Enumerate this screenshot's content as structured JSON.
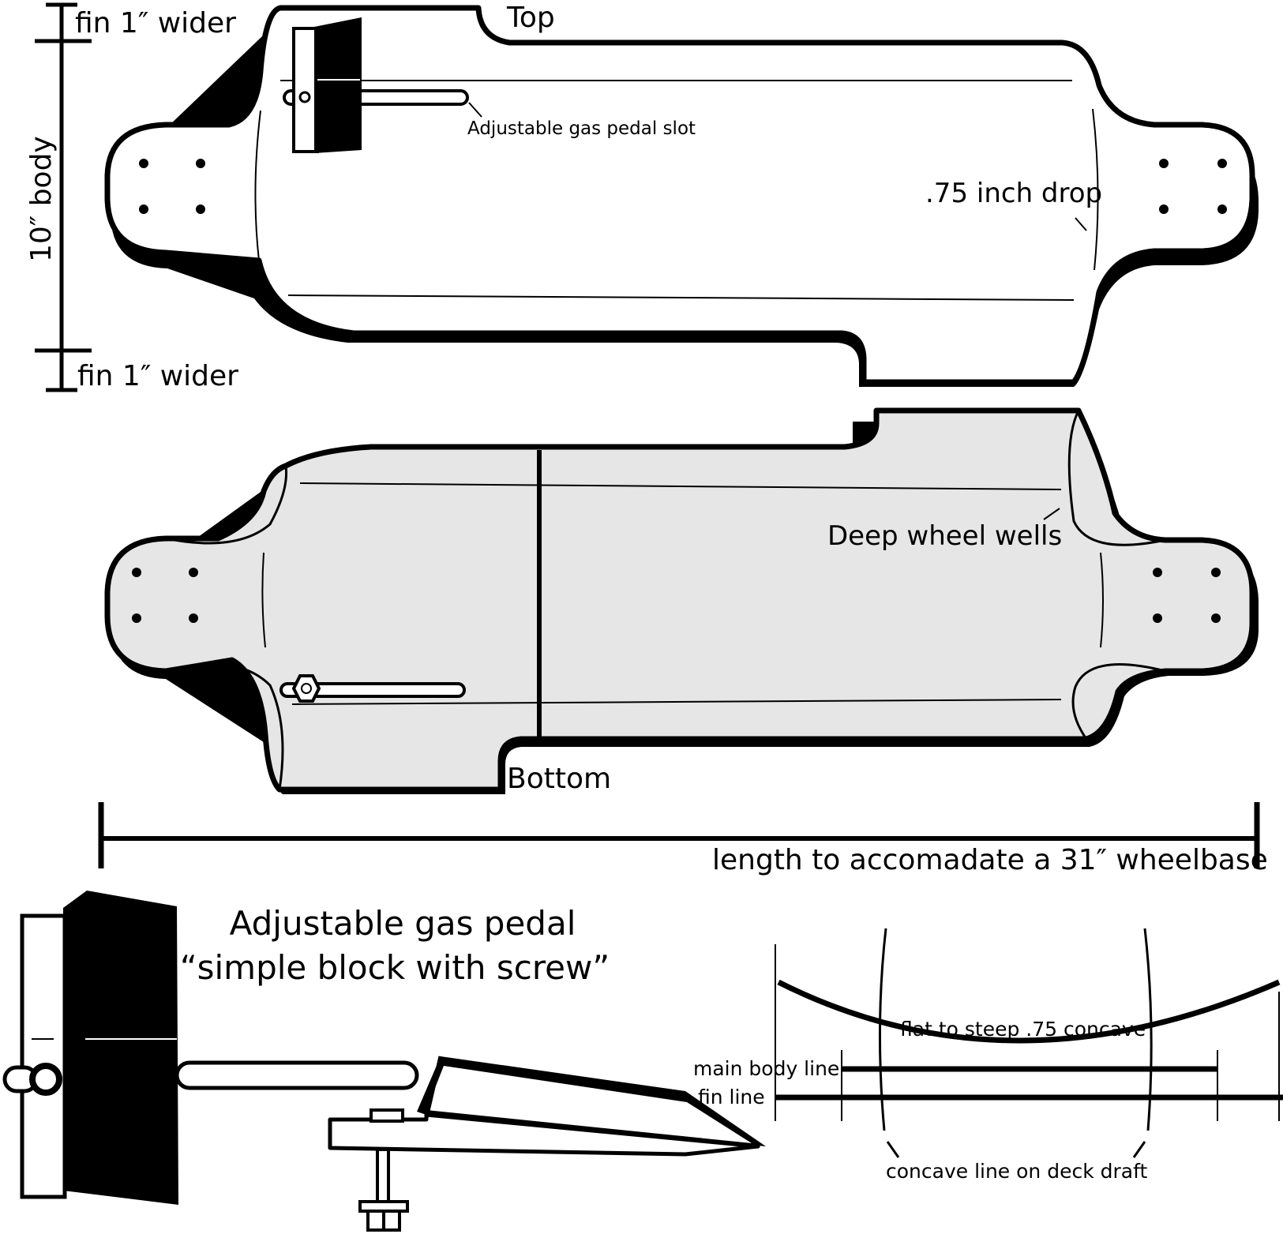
{
  "labels": {
    "top": "Top",
    "bottom": "Bottom",
    "fin_top": "fin 1″ wider",
    "fin_bottom": "fin 1″ wider",
    "body": "10″ body",
    "gas_slot": "Adjustable gas pedal slot",
    "drop": ".75 inch drop",
    "wells": "Deep wheel wells",
    "wheelbase": "length to accomadate a 31″ wheelbase",
    "pedal_title": "Adjustable gas pedal",
    "pedal_subtitle": "“simple block with screw”",
    "concave": "flat to steep .75 concave",
    "main_body_line": "main body line",
    "fin_line": "fin line",
    "concave_line": "concave line on deck draft"
  },
  "colors": {
    "ink": "#000000",
    "paper": "#ffffff",
    "bottom_fill": "#e6e6e6"
  }
}
